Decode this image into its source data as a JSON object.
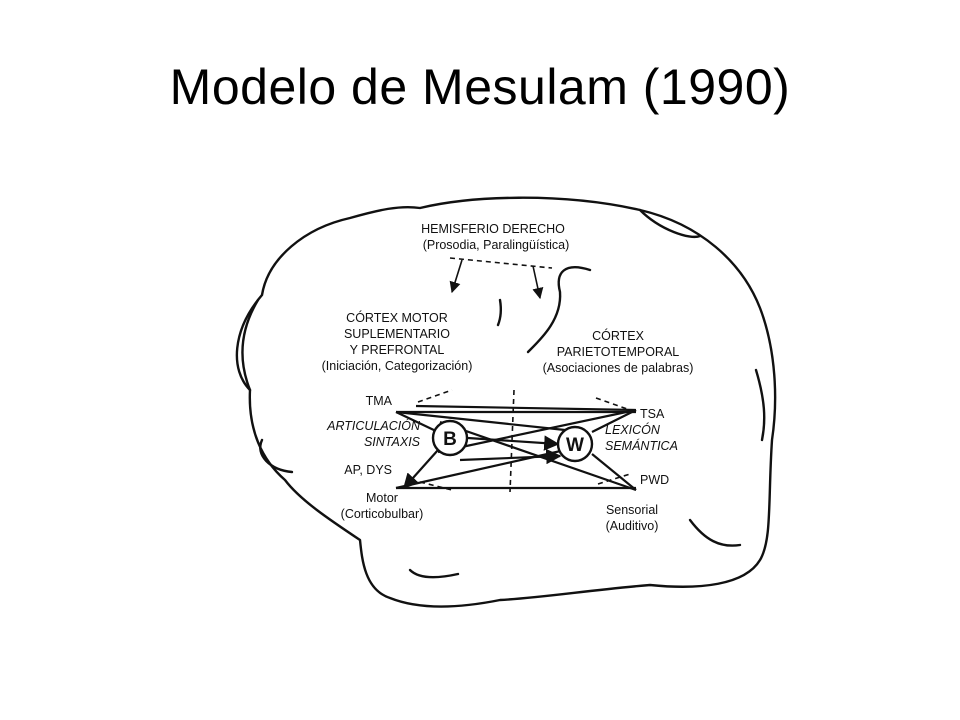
{
  "title": "Modelo de Mesulam (1990)",
  "labels": {
    "hemisferio_line1": "HEMISFERIO DERECHO",
    "hemisferio_line2": "(Prosodia, Paralingüística)",
    "cortex_motor_line1": "CÓRTEX MOTOR",
    "cortex_motor_line2": "SUPLEMENTARIO",
    "cortex_motor_line3": "Y PREFRONTAL",
    "cortex_motor_line4": "(Iniciación, Categorización)",
    "cortex_parietal_line1": "CÓRTEX",
    "cortex_parietal_line2": "PARIETOTEMPORAL",
    "cortex_parietal_line3": "(Asociaciones de palabras)",
    "tma": "TMA",
    "articulacion": "ARTICULACIÓN",
    "sintaxis": "SINTAXIS",
    "ap_dys": "AP, DYS",
    "motor_line1": "Motor",
    "motor_line2": "(Corticobulbar)",
    "tsa": "TSA",
    "lexicon": "LEXICÓN",
    "semantica": "SEMÁNTICA",
    "pwd": "PWD",
    "sensorial_line1": "Sensorial",
    "sensorial_line2": "(Auditivo)"
  },
  "nodes": {
    "broca": "B",
    "wernicke": "W"
  }
}
